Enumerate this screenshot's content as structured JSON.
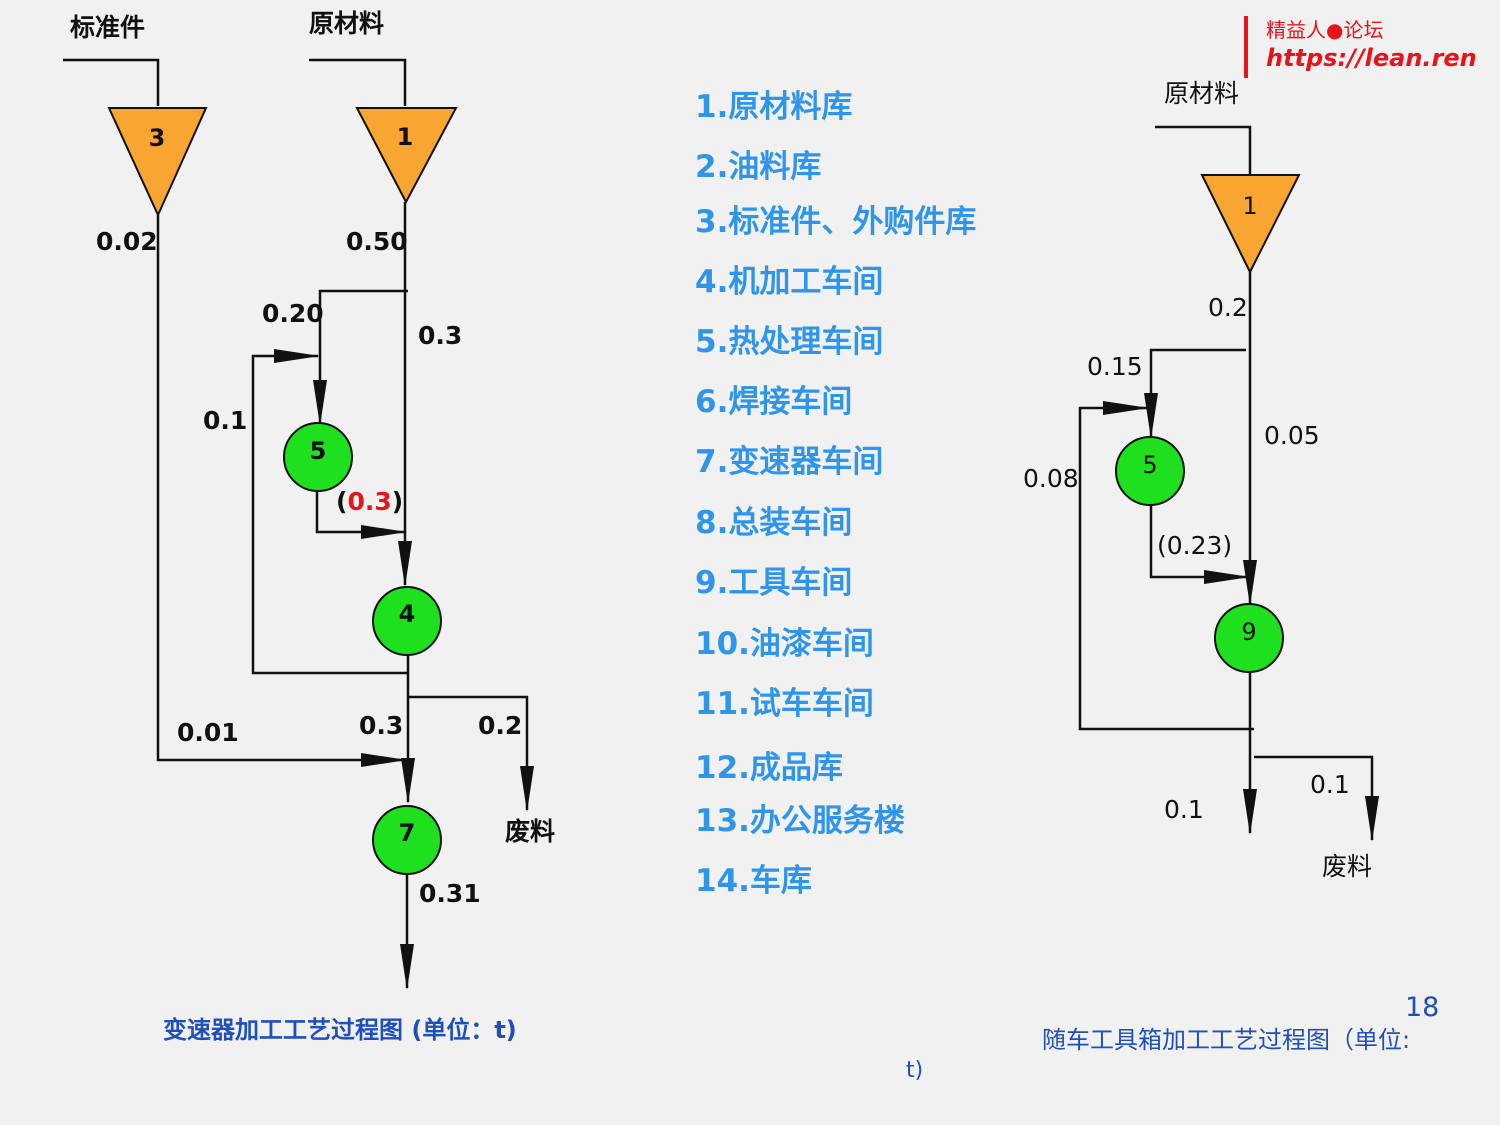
{
  "left_diagram": {
    "source_standard": "标准件",
    "source_raw": "原材料",
    "node_3": "3",
    "node_1": "1",
    "node_5": "5",
    "node_4": "4",
    "node_7": "7",
    "flow_3_out": "0.02",
    "flow_1_out": "0.50",
    "flow_to_5": "0.20",
    "flow_to_4": "0.3",
    "flow_return": "0.1",
    "flow_5_to_4_paren_open": "(",
    "flow_5_to_4_value": "0.3",
    "flow_5_to_4_paren_close": ")",
    "flow_std_to_7": "0.01",
    "flow_4_to_7": "0.3",
    "flow_4_waste": "0.2",
    "waste": "废料",
    "flow_7_out": "0.31",
    "caption": "变速器加工工艺过程图 (单位：t)"
  },
  "legend": [
    "1.原材料库",
    "2.油料库",
    "3.标准件、外购件库",
    "4.机加工车间",
    "5.热处理车间",
    "6.焊接车间",
    "7.变速器车间",
    "8.总装车间",
    "9.工具车间",
    "10.油漆车间",
    "11.试车车间",
    "12.成品库",
    "13.办公服务楼",
    "14.车库"
  ],
  "right_diagram": {
    "source_raw": "原材料",
    "node_1": "1",
    "node_5": "5",
    "node_9": "9",
    "flow_1_out": "0.2",
    "flow_to_5": "0.15",
    "flow_to_9": "0.05",
    "flow_return": "0.08",
    "flow_5_to_9": "(0.23)",
    "flow_9_out": "0.1",
    "flow_9_waste": "0.1",
    "waste": "废料",
    "caption": "随车工具箱加工工艺过程图（单位:",
    "caption_tail": "t)"
  },
  "watermark": {
    "line1": "精益人●论坛",
    "line2": "https://lean.ren"
  },
  "page_number": "18",
  "colors": {
    "warehouse_fill": "#f9a531",
    "workshop_fill": "#1ee01e",
    "legend_text": "#2f95ea",
    "caption_text": "#1f4fb8",
    "highlight_red": "#e8141b"
  }
}
